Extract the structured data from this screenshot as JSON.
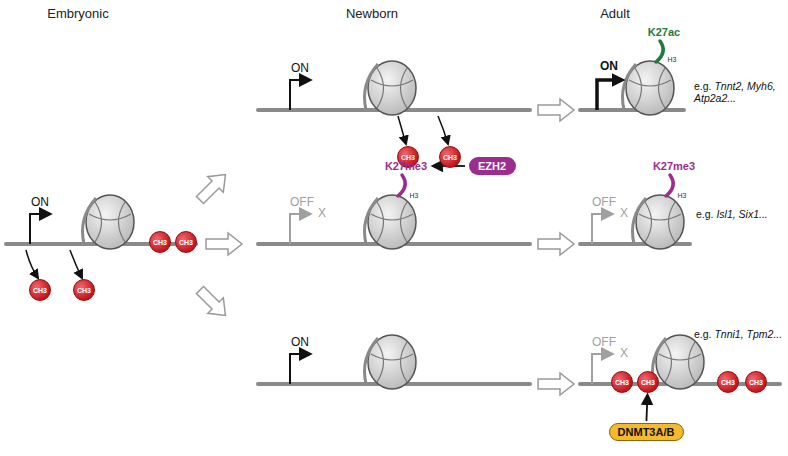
{
  "diagram": {
    "nodes": [
      {
        "text": [
          "CH3"
        ]
      },
      {
        "text": [
          "CH3"
        ]
      },
      {
        "text": [
          "CH3"
        ]
      },
      {
        "text": [
          "CH3"
        ]
      },
      {
        "text": [
          "CH3"
        ]
      },
      {
        "text": [
          "CH3"
        ]
      },
      {
        "text": [
          "EZH2"
        ]
      },
      {
        "text": [
          "CH3"
        ]
      },
      {
        "text": [
          "CH3"
        ]
      },
      {
        "text": [
          "CH3"
        ]
      },
      {
        "text": [
          "CH3"
        ]
      },
      {
        "text": [
          "DNMT3A/B"
        ]
      }
    ],
    "edges": [
      {
        "from": 11,
        "to": 8,
        "arrow": "to"
      }
    ],
    "labels": [
      "Embryonic",
      "Newborn",
      "Adult",
      "ON",
      "ON",
      "ON",
      "K27ac",
      "H3",
      "e.g. Tnnt2, Myh6, Atp2a2...",
      "OFF",
      "X",
      "K27me3",
      "H3",
      "OFF",
      "X",
      "K27me3",
      "H3",
      "e.g. Isl1, Six1...",
      "ON",
      "OFF",
      "X",
      "e.g. Tnni1, Tpm2..."
    ]
  }
}
